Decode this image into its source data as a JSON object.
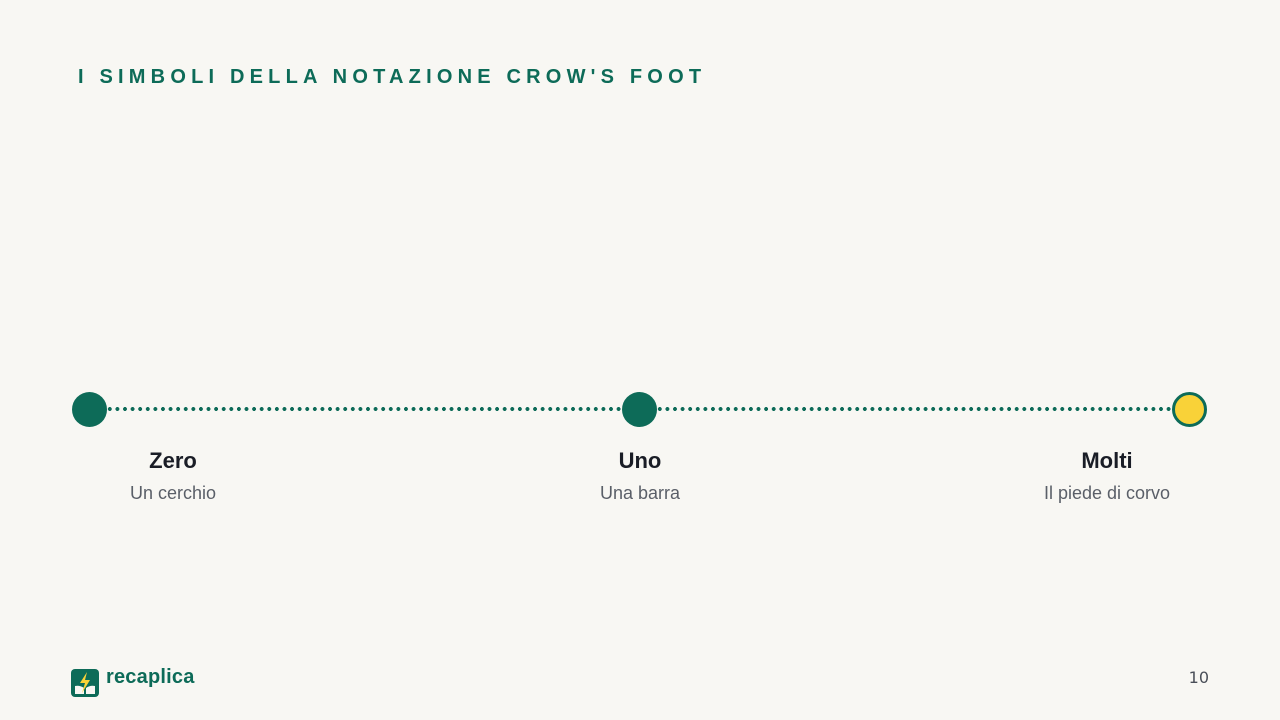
{
  "slide": {
    "title": "I SIMBOLI DELLA NOTAZIONE CROW'S FOOT",
    "page_number": "10"
  },
  "timeline": {
    "steps": [
      {
        "name": "Zero",
        "description": "Un cerchio",
        "state": "filled"
      },
      {
        "name": "Uno",
        "description": "Una barra",
        "state": "filled"
      },
      {
        "name": "Molti",
        "description": "Il piede di corvo",
        "state": "highlight"
      }
    ]
  },
  "brand": {
    "name": "recaplica",
    "icon": "book-lightning-icon"
  },
  "colors": {
    "background": "#f8f7f3",
    "accent": "#0d6b58",
    "highlight": "#f9d238",
    "heading_text": "#1a1d26",
    "body_text": "#5a5f68"
  }
}
